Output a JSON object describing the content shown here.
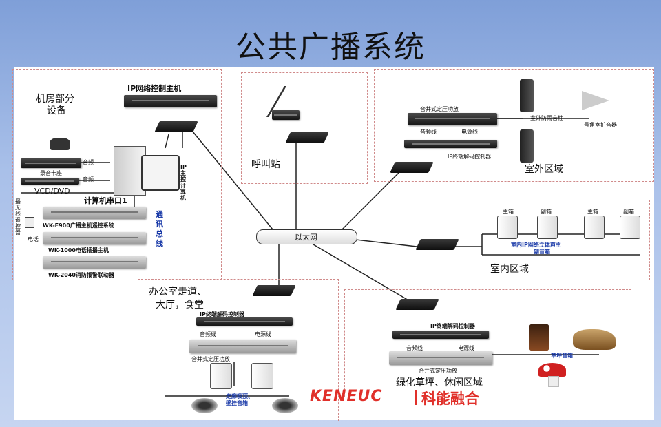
{
  "title": "公共广播系统",
  "zones": {
    "machine_room": {
      "label_line1": "机房部分",
      "label_line2": "设备"
    },
    "call_station": {
      "label": "呼叫站"
    },
    "outdoor": {
      "label": "室外区域"
    },
    "indoor": {
      "label": "室内区域"
    },
    "office": {
      "label_line1": "办公室走道、",
      "label_line2": "大厅，食堂"
    },
    "green": {
      "label": "绿化草坪、休闲区域"
    }
  },
  "ethernet": {
    "label": "以太网"
  },
  "machine_room": {
    "ip_host": "IP网络控制主机",
    "ip_pc_label": "IP主控计算机",
    "recorder": "录音卡座",
    "vcd": "VCD/DVD",
    "audio1": "音频",
    "audio2": "音频",
    "serial": "计算机串口1",
    "wireless_remote": "播无线遥控器",
    "bus": "通讯总线",
    "wk_f900": "WK-F900广播主机遥控系统",
    "phone": "电话",
    "wk_1000": "WK-1000电话插播主机",
    "wk_2040": "WK-2040消防报警联动器"
  },
  "outdoor": {
    "amp": "合并式定压功放",
    "audio_line": "音频线",
    "power_line": "电源线",
    "decoder": "IP终端解码控制器",
    "column_speaker": "室外防雨音柱",
    "horn": "号角室扩音器"
  },
  "indoor": {
    "main1": "主箱",
    "sub1": "副箱",
    "main2": "主箱",
    "sub2": "副箱",
    "speaker_label_line1": "室内IP网络立体声主",
    "speaker_label_line2": "副音箱"
  },
  "office": {
    "decoder": "IP终端解码控制器",
    "audio_line": "音频线",
    "power_line": "电源线",
    "amp": "合并式定压功放",
    "ceiling_label_line1": "走廊吸顶、",
    "ceiling_label_line2": "壁挂音箱"
  },
  "green": {
    "decoder": "IP终端解码控制器",
    "audio_line": "音频线",
    "power_line": "电源线",
    "amp": "合并式定压功放",
    "lawn": "草坪音箱"
  },
  "brand": {
    "latin": "KENEUC",
    "cn": "科能融合"
  },
  "colors": {
    "accent": "#e0302a",
    "bus": "#1a3aa8",
    "zone_border": "#d08a8a"
  }
}
